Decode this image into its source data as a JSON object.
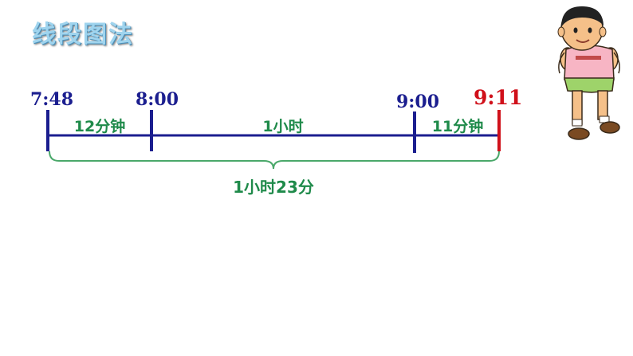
{
  "title": "线段图法",
  "times": {
    "start": "7:48",
    "t1": "8:00",
    "t2": "9:00",
    "end": "9:11"
  },
  "segments": {
    "first": "12分钟",
    "middle": "1小时",
    "last": "11分钟"
  },
  "total": "1小时23分",
  "colors": {
    "line": "#1b1e8f",
    "end_tick": "#d0101a",
    "segment_text": "#1f8a4a",
    "brace": "#4aa86a",
    "title": "#9fd4ee"
  }
}
